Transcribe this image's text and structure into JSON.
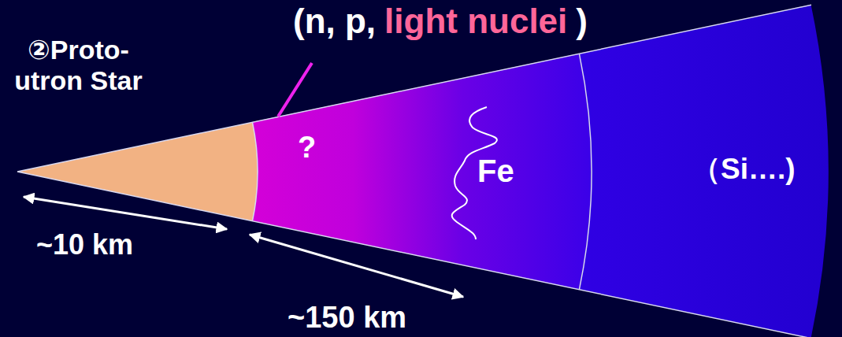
{
  "diagram": {
    "nodes": [
      {
        "text": [
          "?",
          "Fe"
        ]
      },
      {
        "text": [
          "（Si….)"
        ]
      }
    ],
    "labels": [
      "(n, p,",
      "light nuclei",
      ")",
      "②Proto- utron Star",
      "~10 km",
      "~150 km"
    ]
  }
}
